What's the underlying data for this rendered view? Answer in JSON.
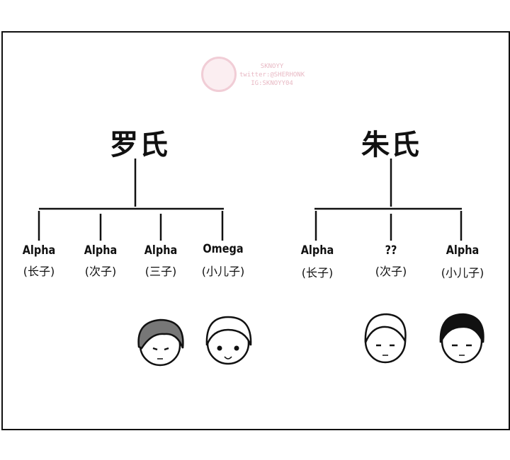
{
  "watermark": {
    "name": "SKNOYY",
    "twitter": "twitter:@SHERHONK",
    "ig": "IG:SKNOYY04"
  },
  "families": [
    {
      "name": "罗氏",
      "children": [
        {
          "role": "Alpha",
          "rank": "(长子)"
        },
        {
          "role": "Alpha",
          "rank": "(次子)"
        },
        {
          "role": "Alpha",
          "rank": "(三子)"
        },
        {
          "role": "Omega",
          "rank": "(小儿子)"
        }
      ]
    },
    {
      "name": "朱氏",
      "children": [
        {
          "role": "Alpha",
          "rank": "(长子)"
        },
        {
          "role": "??",
          "rank": "(次子)"
        },
        {
          "role": "Alpha",
          "rank": "(小儿子)"
        }
      ]
    }
  ]
}
